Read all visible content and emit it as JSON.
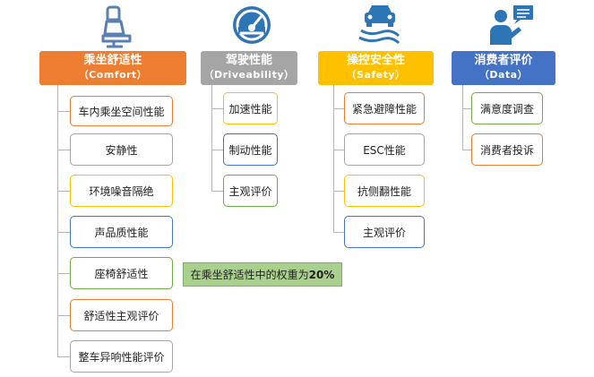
{
  "categories": [
    {
      "title": "乘坐舒适性",
      "subtitle": "（Comfort）",
      "color": "#ed7d31",
      "items": [
        "车内乘坐空间性能",
        "安静性",
        "环境噪音隔绝",
        "声品质性能",
        "座椅舒适性",
        "舒适性主观评价",
        "整车异响性能评价"
      ],
      "item_borders": [
        "#ed7d31",
        "#a5a5a5",
        "#ffc000",
        "#4472c4",
        "#70ad47",
        "#ed7d31",
        "#a5a5a5"
      ]
    },
    {
      "title": "驾驶性能",
      "subtitle": "（Driveability）",
      "color": "#a5a5a5",
      "items": [
        "加速性能",
        "制动性能",
        "主观评价"
      ],
      "item_borders": [
        "#ffc000",
        "#4472c4",
        "#70ad47"
      ]
    },
    {
      "title": "操控安全性",
      "subtitle": "（Safety）",
      "color": "#ffc000",
      "items": [
        "紧急避障性能",
        "ESC性能",
        "抗侧翻性能",
        "主观评价"
      ],
      "item_borders": [
        "#ed7d31",
        "#a5a5a5",
        "#ffc000",
        "#4472c4"
      ]
    },
    {
      "title": "消费者评价",
      "subtitle": "（Data）",
      "color": "#4472c4",
      "items": [
        "满意度调查",
        "消费者投诉"
      ],
      "item_borders": [
        "#70ad47",
        "#ed7d31"
      ]
    }
  ],
  "note": {
    "text": "在乘坐舒适性中的权重为",
    "value": "20%",
    "color": "#a9d08e"
  },
  "icons": [
    "car-seat-icon",
    "speedometer-icon",
    "skidding-car-icon",
    "consumer-feedback-icon"
  ]
}
